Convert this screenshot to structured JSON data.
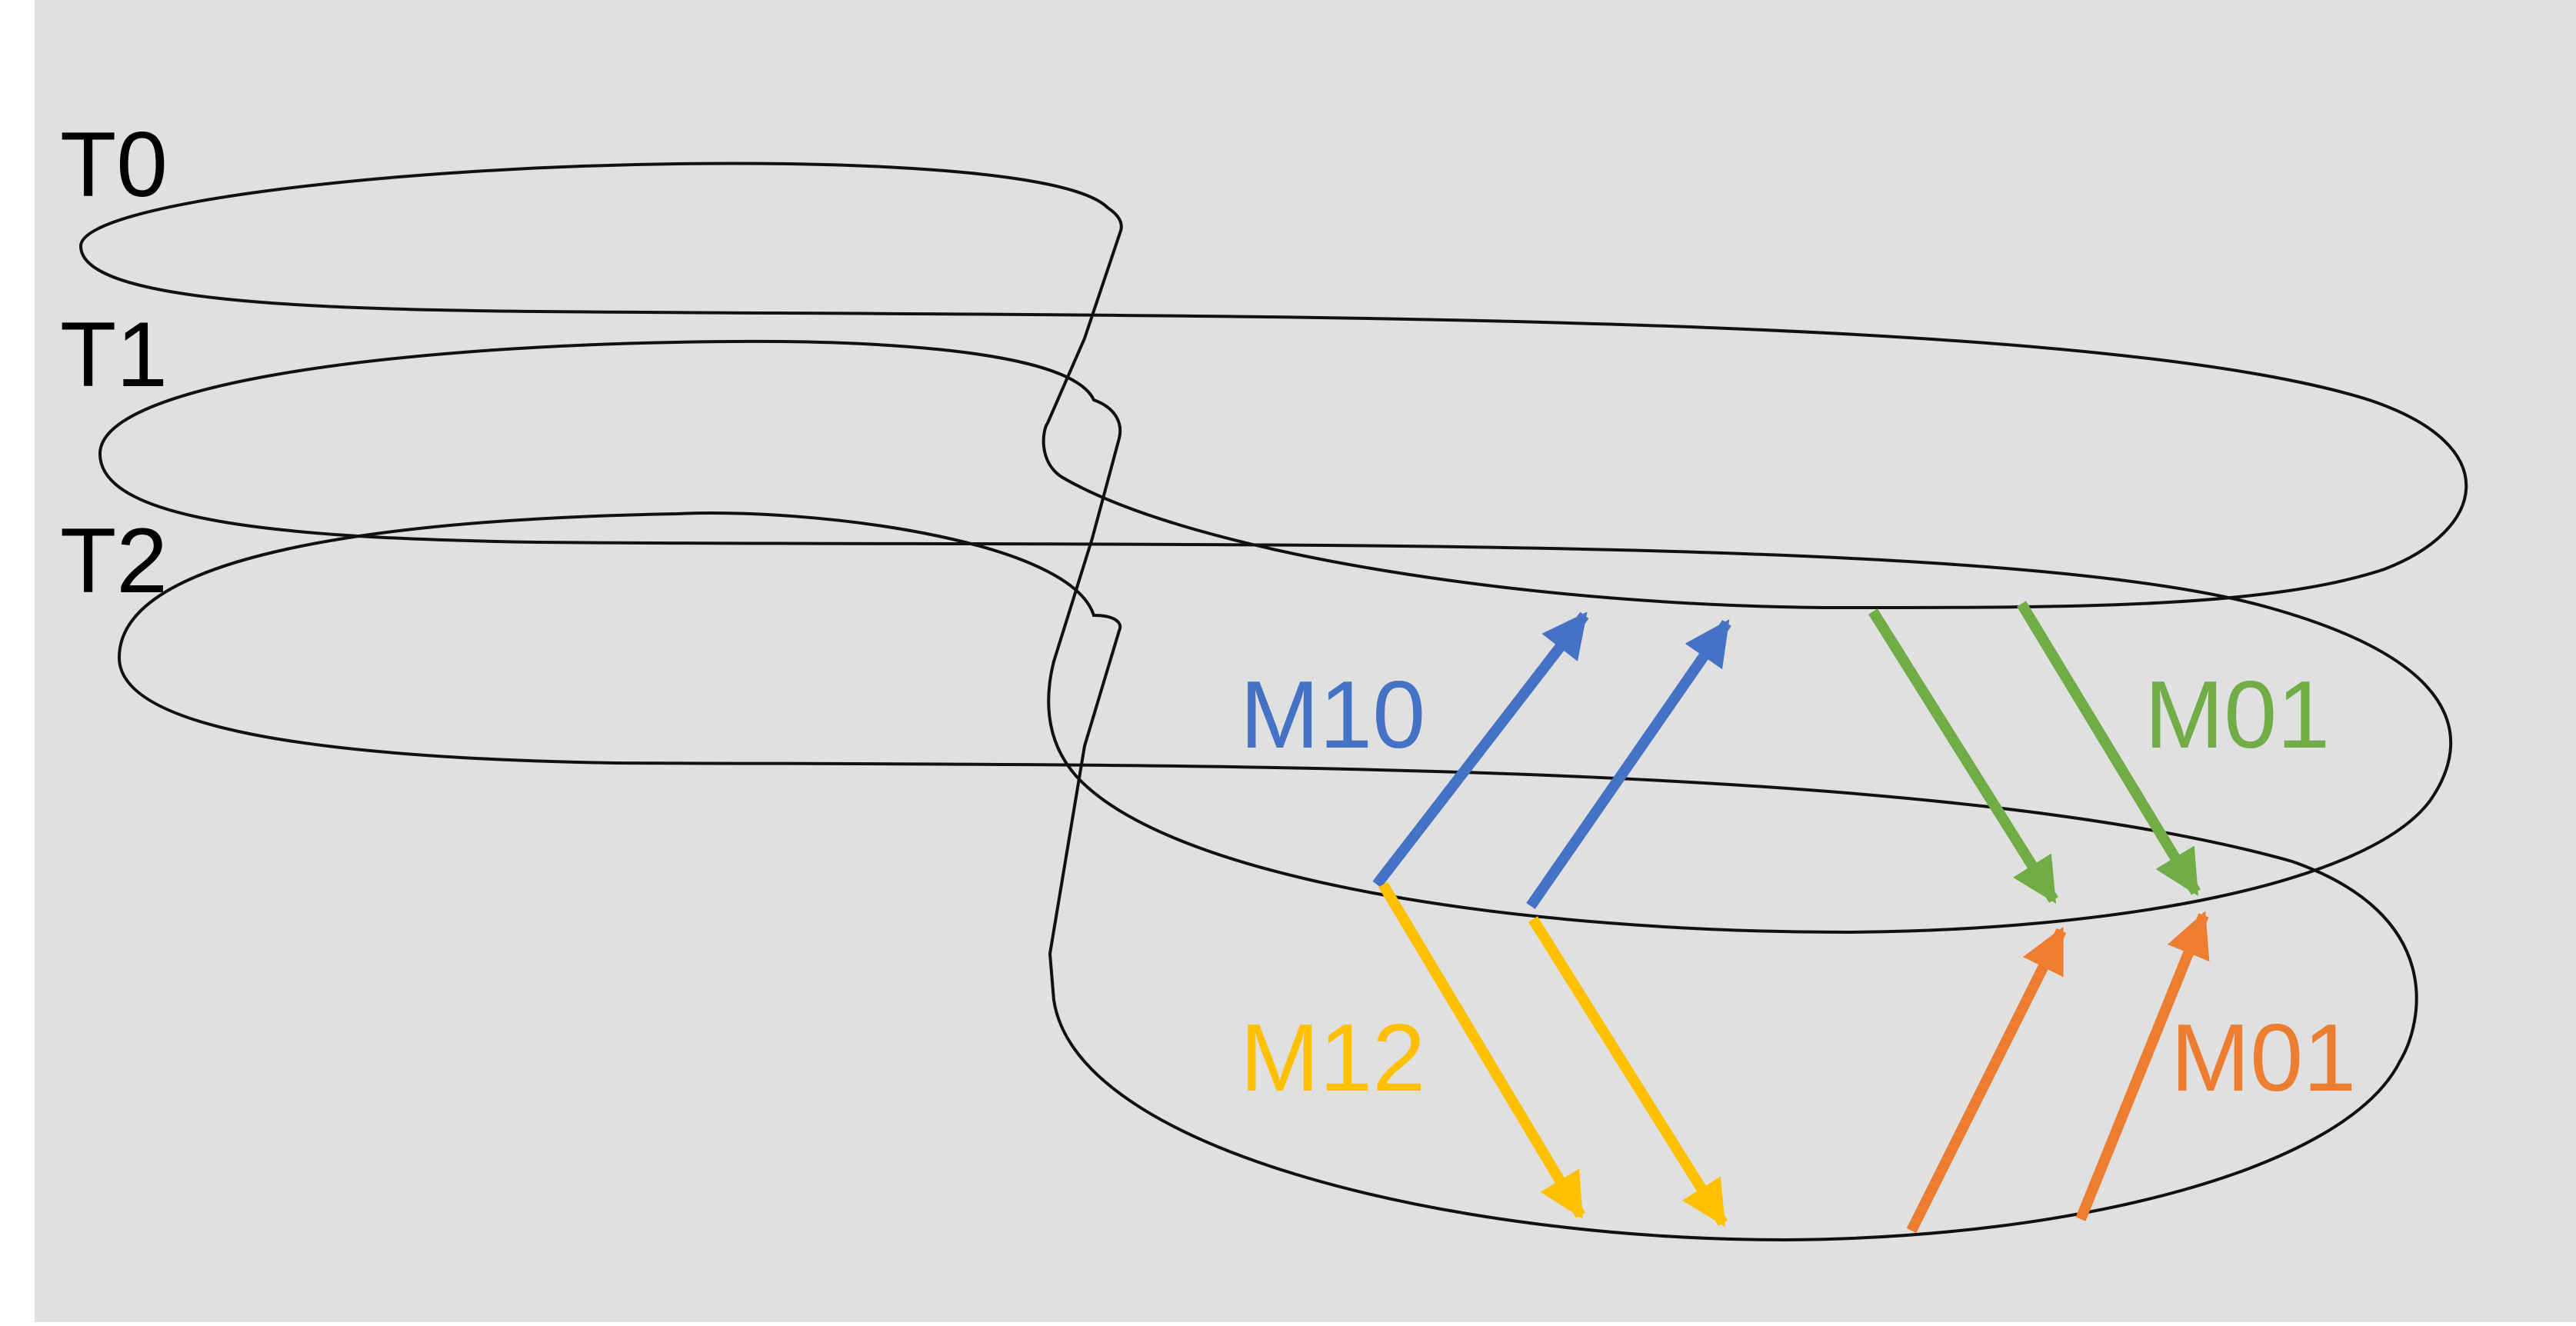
{
  "background_color": "#e0e0e0",
  "outline_color": "#111111",
  "layers": [
    {
      "label": "T0"
    },
    {
      "label": "T1"
    },
    {
      "label": "T2"
    }
  ],
  "mappings": [
    {
      "label": "M10",
      "color": "#4472c4",
      "from": "T1",
      "to": "T0"
    },
    {
      "label": "M01",
      "color": "#70ad47",
      "from": "T0",
      "to": "T1"
    },
    {
      "label": "M12",
      "color": "#ffc000",
      "from": "T1",
      "to": "T2"
    },
    {
      "label": "M01",
      "color": "#ed7d31",
      "from": "T2",
      "to": "T1"
    }
  ]
}
